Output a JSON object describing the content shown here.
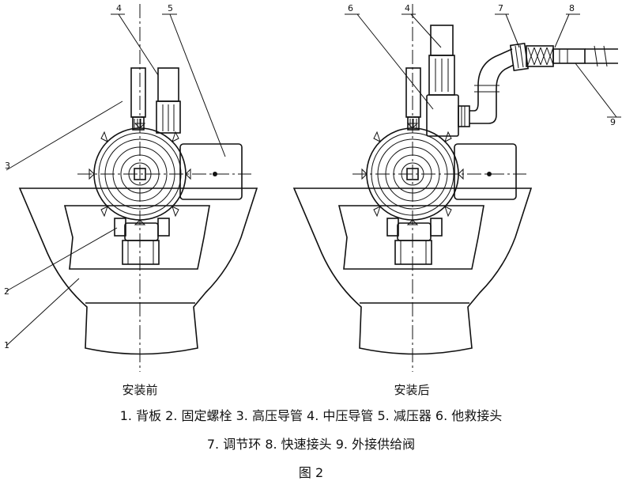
{
  "diagram": {
    "left_caption": "安装前",
    "right_caption": "安装后",
    "legend_line_1": "1. 背板  2. 固定螺栓  3. 高压导管  4. 中压导管  5. 减压器  6. 他救接头",
    "legend_line_2": "7. 调节环  8. 快速接头  9. 外接供给阀",
    "figure_title": "图 2",
    "callouts": {
      "c1": "1",
      "c2": "2",
      "c3": "3",
      "c4a": "4",
      "c5": "5",
      "c6": "6",
      "c4b": "4",
      "c7": "7",
      "c8": "8",
      "c9": "9"
    }
  }
}
